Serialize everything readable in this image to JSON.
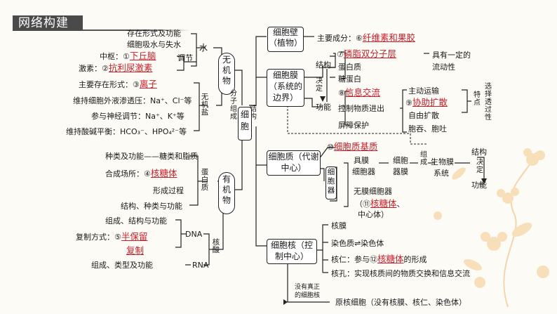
{
  "header": {
    "title": "网络构建"
  },
  "left": {
    "inorganic": {
      "node": "无机物",
      "water_items": [
        "存在形式及功能",
        "细胞吸水与失水"
      ],
      "hub_prefix": "中枢：",
      "hub_num": "①",
      "hub_answer": "下丘脑",
      "adjust": "调节",
      "hormone_prefix": "激素：",
      "hormone_num": "②",
      "hormone_answer": "抗利尿激素",
      "water": "水",
      "salt_form_prefix": "主要存在形式：",
      "salt_form_num": "③",
      "salt_form_answer": "离子",
      "salt_items": [
        "维持细胞外液渗透压：Na⁺、Cl⁻等",
        "参与神经调节：Na⁺、K⁺等",
        "维持酸碱平衡：HCO₃⁻、HPO₄²⁻等"
      ],
      "salt": "无机盐"
    },
    "organic": {
      "node": "有机物",
      "protein_items": [
        "种类及功能——糖类和脂质"
      ],
      "site_prefix": "合成场所：",
      "site_num": "④",
      "site_answer": "核糖体",
      "protein_more": [
        "形成过程",
        "结构、种类与功能"
      ],
      "protein": "蛋白质",
      "dna_items": [
        "组成、结构与功能"
      ],
      "replicate_prefix": "复制方式：",
      "replicate_num": "⑤",
      "replicate_answer_a": "半保留",
      "replicate_answer_b": "复制",
      "dna": "DNA",
      "rna_item": "组成、类型及功能",
      "rna": "RNA",
      "nucleic": "核酸"
    },
    "composition": "分子组成",
    "structure": "结构",
    "cell": "细胞"
  },
  "wall": {
    "box": "细胞壁（植物）",
    "comp_prefix": "主要成分：",
    "comp_num": "⑥",
    "comp_answer": "纤维素和果胶"
  },
  "membrane": {
    "box": "细胞膜（系统的边界）",
    "structure": "结构",
    "decide": "决定",
    "function": "功能",
    "struct_num": "⑦",
    "struct_answer": "磷脂双分子层",
    "struct_items": [
      "蛋白质",
      "糖蛋白"
    ],
    "fluidity": "具有一定的流动性",
    "exchange_num": "⑧",
    "exchange_answer": "信息交流",
    "control": "控制物质进出",
    "protect": "屏障保护",
    "transport_items": [
      "主动运输",
      "自由扩散",
      "胞吞、胞吐"
    ],
    "assist_num": "⑨",
    "assist_answer": "协助扩散",
    "feature": "特点",
    "selective": "选择透过性"
  },
  "cytoplasm": {
    "box": "细胞质（代谢中心）",
    "matrix_num": "⑩",
    "matrix_answer": "细胞质基质",
    "organelle": "细胞器",
    "membrane_org": [
      "具膜",
      "细胞器"
    ],
    "org_membrane": [
      "细胞",
      "器膜"
    ],
    "nonmem": "无膜细胞器",
    "ribo_num": "⑪",
    "ribo_answer": "核糖体",
    "ribo_tail": "、",
    "centro": "中心体）",
    "compose": "组成",
    "biomem": [
      "生物膜",
      "系统"
    ],
    "r_structure": "结构",
    "r_decide": "决定",
    "r_function": "功能"
  },
  "nucleus": {
    "box": "细胞核（控制中心）",
    "envelope": "核膜",
    "chromatin": "染色质⇌染色体",
    "nucleolus_prefix": "核仁：参与",
    "nucleolus_num": "⑫",
    "nucleolus_answer": "核糖体",
    "nucleolus_suffix": "的形成",
    "pore": "核孔：实现核质间的物质交换和信息交流",
    "no_true": [
      "没有真正",
      "的细胞核"
    ],
    "prokaryote": "原核细胞（没有核膜、核仁、染色体）"
  },
  "colors": {
    "answer": "#c8202a",
    "line": "#222222",
    "header": "#4a4a4a"
  }
}
